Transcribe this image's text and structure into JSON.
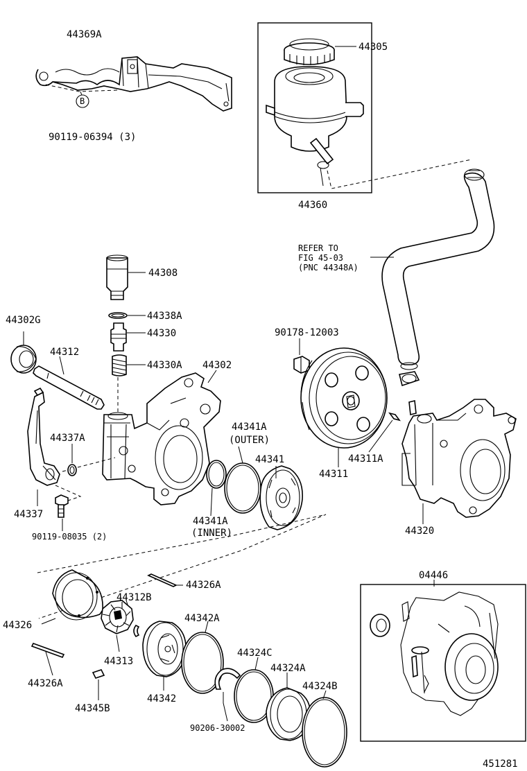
{
  "labels": {
    "p44369a": "44369A",
    "pB": "B",
    "p90119_06394": "90119-06394 (3)",
    "p44305": "44305",
    "p44360": "44360",
    "refer1": "REFER TO",
    "refer2": "FIG 45-03",
    "refer3": "(PNC 44348A)",
    "p44308": "44308",
    "p44338a": "44338A",
    "p44330": "44330",
    "p44330a": "44330A",
    "p44302g": "44302G",
    "p44312": "44312",
    "p44302": "44302",
    "p90178_12003": "90178-12003",
    "p44341a_outer_1": "44341A",
    "p44341a_outer_2": "(OUTER)",
    "p44341": "44341",
    "p44337a": "44337A",
    "p44311a": "44311A",
    "p44311": "44311",
    "p44337": "44337",
    "p44341a_inner_1": "44341A",
    "p44341a_inner_2": "(INNER)",
    "p44320": "44320",
    "p90119_08035": "90119-08035 (2)",
    "p04446": "04446",
    "p44326a_top": "44326A",
    "p44312b": "44312B",
    "p44326": "44326",
    "p44342a": "44342A",
    "p44313": "44313",
    "p44324c": "44324C",
    "p44324a": "44324A",
    "p44326a_bot": "44326A",
    "p44342": "44342",
    "p44324b": "44324B",
    "p44345b": "44345B",
    "p90206_30002": "90206-30002",
    "fig_no": "451281"
  }
}
